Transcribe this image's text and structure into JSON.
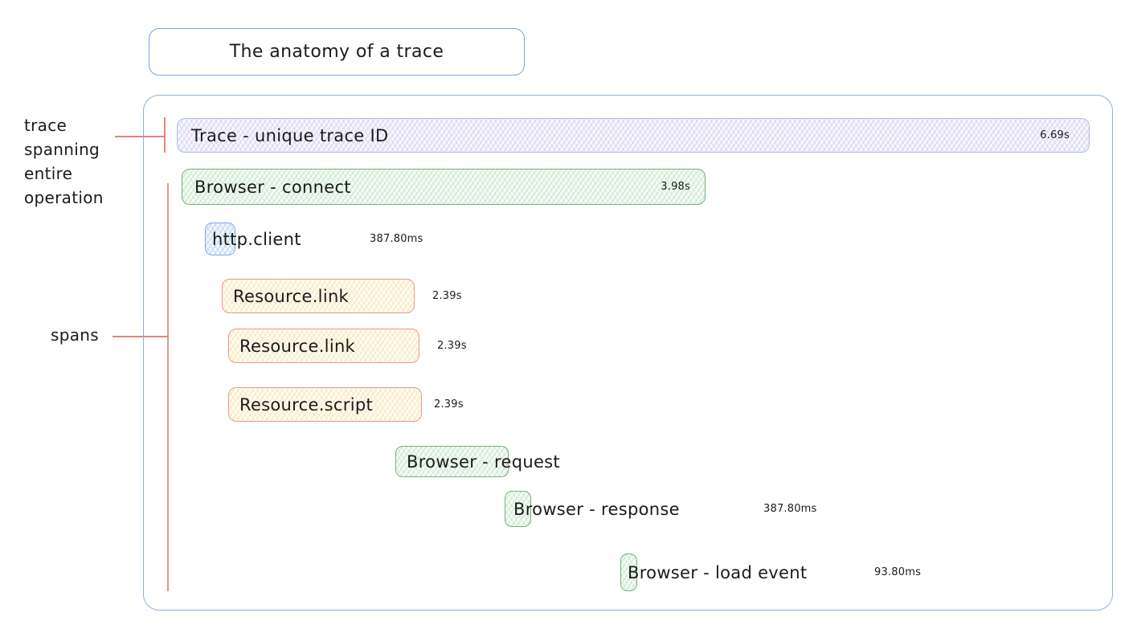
{
  "title": "The anatomy of a trace",
  "annotations": {
    "trace_label": "trace\nspanning\nentire\noperation",
    "spans_label": "spans"
  },
  "spans": [
    {
      "name": "trace",
      "label": "Trace - unique trace ID",
      "duration": "6.69s",
      "color": "lavender"
    },
    {
      "name": "browser-connect",
      "label": "Browser - connect",
      "duration": "3.98s",
      "color": "green"
    },
    {
      "name": "http-client",
      "label": "http.client",
      "duration": "387.80ms",
      "color": "blue"
    },
    {
      "name": "resource-link-1",
      "label": "Resource.link",
      "duration": "2.39s",
      "color": "yellow"
    },
    {
      "name": "resource-link-2",
      "label": "Resource.link",
      "duration": "2.39s",
      "color": "yellow"
    },
    {
      "name": "resource-script",
      "label": "Resource.script",
      "duration": "2.39s",
      "color": "yellow"
    },
    {
      "name": "browser-request",
      "label": "Browser - request",
      "duration": "",
      "color": "green"
    },
    {
      "name": "browser-response",
      "label": "Browser - response",
      "duration": "387.80ms",
      "color": "green"
    },
    {
      "name": "browser-load-event",
      "label": "Browser - load event",
      "duration": "93.80ms",
      "color": "green"
    }
  ],
  "colors": {
    "container_border": "#8cb2e0",
    "title_border": "#79a7dd",
    "trace_border": "#a9bfe9",
    "trace_fill_accent": "#826ed8",
    "green_border": "#74b376",
    "yellow_border": "#e89a91",
    "blue_border": "#82abdf",
    "annotation_red": "#e2847b",
    "text": "#1b1b1b"
  }
}
